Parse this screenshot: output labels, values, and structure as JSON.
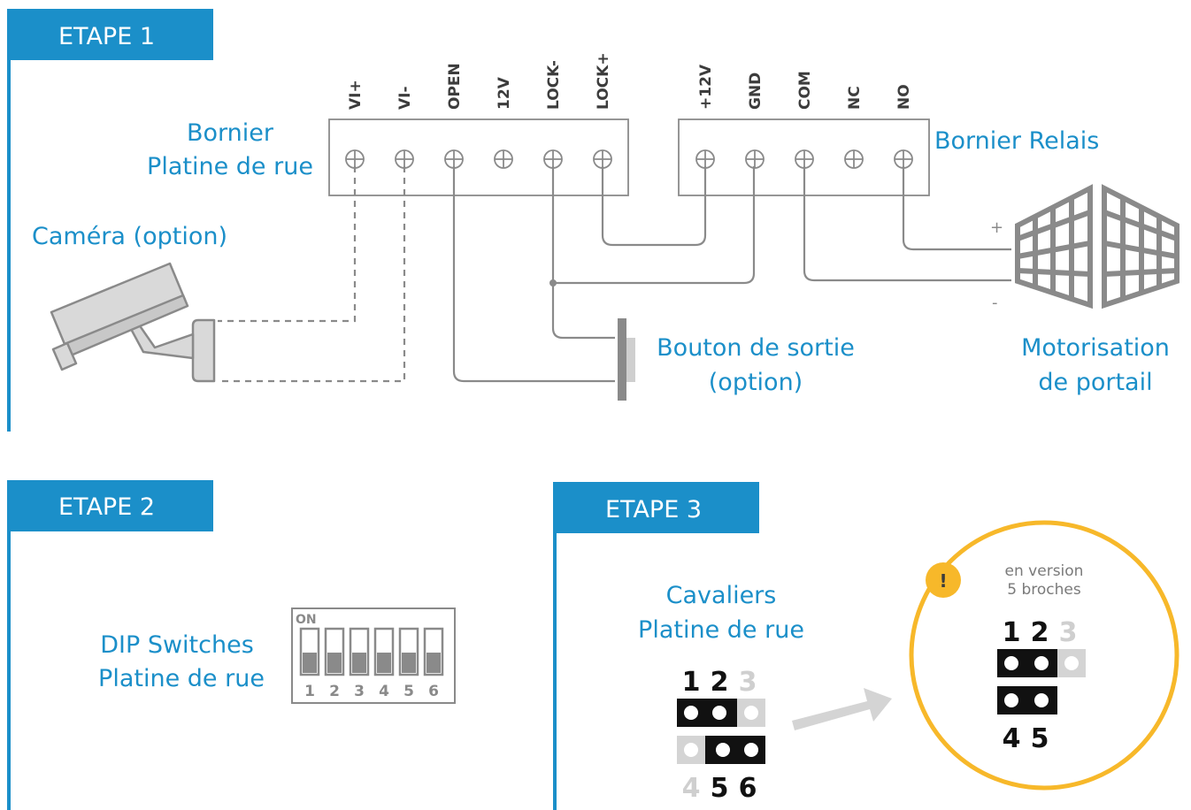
{
  "steps": [
    {
      "label": "ETAPE 1"
    },
    {
      "label": "ETAPE 2"
    },
    {
      "label": "ETAPE 3"
    }
  ],
  "bornier_rue": {
    "title_line1": "Bornier",
    "title_line2": "Platine de rue",
    "terminals": [
      "VI+",
      "VI-",
      "OPEN",
      "12V",
      "LOCK-",
      "LOCK+"
    ]
  },
  "bornier_relais": {
    "title": "Bornier Relais",
    "terminals": [
      "+12V",
      "GND",
      "COM",
      "NC",
      "NO"
    ]
  },
  "camera": {
    "label": "Caméra (option)"
  },
  "bouton": {
    "line1": "Bouton de sortie",
    "line2": "(option)"
  },
  "motor": {
    "line1": "Motorisation",
    "line2": "de portail",
    "plus": "+",
    "minus": "-"
  },
  "dip": {
    "line1": "DIP Switches",
    "line2": "Platine de rue",
    "on_label": "ON",
    "switches": [
      "1",
      "2",
      "3",
      "4",
      "5",
      "6"
    ]
  },
  "cavaliers": {
    "line1": "Cavaliers",
    "line2": "Platine de rue",
    "top_pins": [
      "1",
      "2",
      "3"
    ],
    "bottom_pins": [
      "4",
      "5",
      "6"
    ]
  },
  "version5": {
    "line1": "en version",
    "line2": "5 broches",
    "top_pins": [
      "1",
      "2",
      "3"
    ],
    "bottom_pins": [
      "4",
      "5"
    ],
    "warning": "!"
  },
  "colors": {
    "accent": "#1b8fc9",
    "warning": "#f7b82a",
    "line": "#8a8a8a"
  }
}
